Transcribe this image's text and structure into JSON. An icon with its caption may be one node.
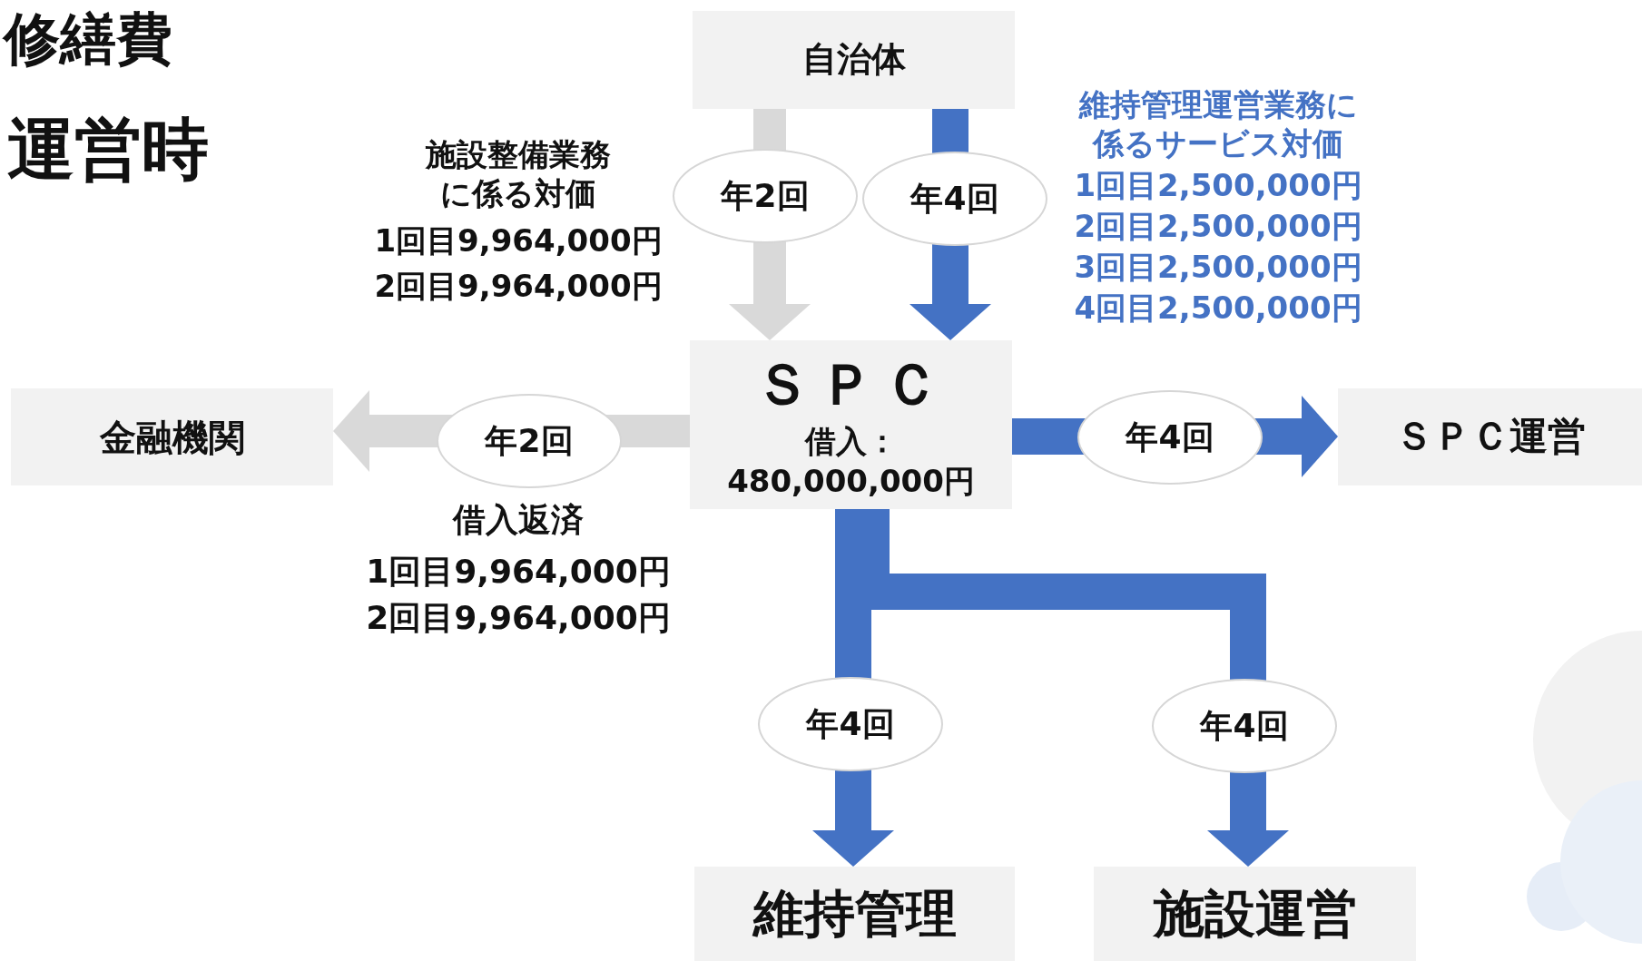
{
  "diagram": {
    "title": "修繕費",
    "nodes": [
      {
        "text": [
          "自治体"
        ]
      },
      {
        "text": [
          "ＳＰＣ",
          "借入：480,000,000円"
        ]
      },
      {
        "text": [
          "金融機関"
        ]
      },
      {
        "text": [
          "ＳＰＣ運営"
        ]
      },
      {
        "text": [
          "維持管理"
        ]
      },
      {
        "text": [
          "施設運営"
        ]
      }
    ],
    "edges": [
      {
        "from": 0,
        "to": 1,
        "arrow": "to",
        "label": "年2回",
        "color": "#d9d9d9"
      },
      {
        "from": 0,
        "to": 1,
        "arrow": "to",
        "label": "年4回"
      },
      {
        "from": 1,
        "to": 2,
        "arrow": "to",
        "label": "年2回",
        "color": "#d9d9d9"
      },
      {
        "from": 1,
        "to": 3,
        "arrow": "to",
        "label": "年4回"
      },
      {
        "from": 1,
        "to": 4,
        "arrow": "to",
        "label": "年4回"
      },
      {
        "from": 1,
        "to": 5,
        "arrow": "to",
        "label": "年4回"
      }
    ],
    "labels": [
      "運営時",
      "施設整備業務に係る対価",
      "1回目9,964,000円",
      "2回目9,964,000円",
      "維持管理運営業務に係るサービス対価",
      "1回目2,500,000円",
      "2回目2,500,000円",
      "3回目2,500,000円",
      "4回目2,500,000円",
      "借入返済",
      "1回目9,964,000円",
      "2回目9,964,000円"
    ]
  }
}
